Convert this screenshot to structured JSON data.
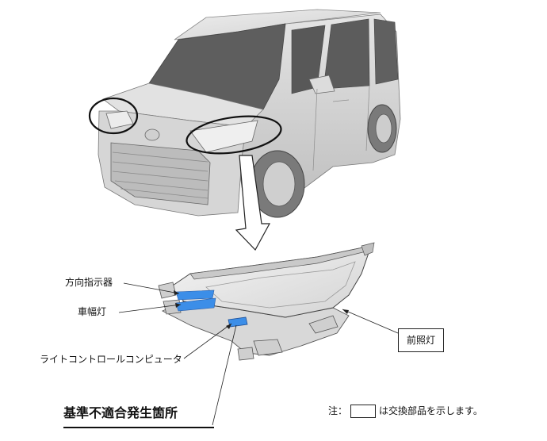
{
  "labels": {
    "turn_signal": "方向指示器",
    "position_lamp": "車幅灯",
    "light_control_computer": "ライトコントロールコンピュータ",
    "headlamp": "前照灯",
    "defect_location": "基準不適合発生箇所"
  },
  "note": {
    "prefix": "注：",
    "suffix": "は交換部品を示します。"
  },
  "colors": {
    "replacement_part": "#3c8ee8",
    "body_shade": "#c8c8c8",
    "glass": "#5a5a5a"
  }
}
